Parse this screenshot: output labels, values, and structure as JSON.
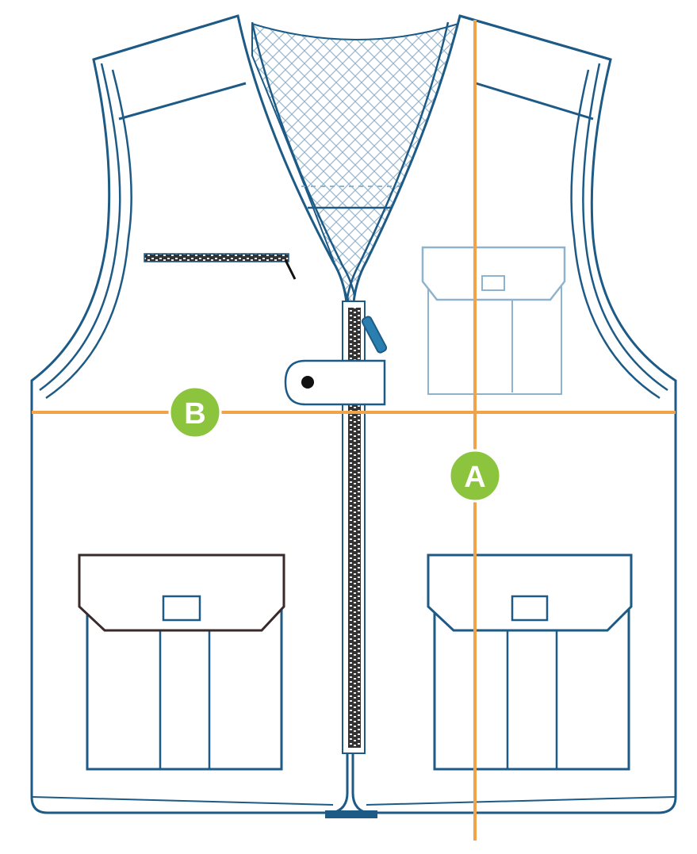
{
  "diagram": {
    "subject": "vest-technical-drawing",
    "colors": {
      "outline": "#1d5b86",
      "outline_light": "#8fb3cc",
      "measure_line": "#f0a34a",
      "badge_fill": "#8cc43e",
      "badge_text": "#ffffff",
      "zipper": "#222222",
      "zipper_pull": "#2a7fb0",
      "binding_bottom": "#1d5b86",
      "mesh": "#9bb7cc",
      "background": "#ffffff"
    },
    "measurements": [
      {
        "id": "A",
        "label": "A",
        "orientation": "vertical"
      },
      {
        "id": "B",
        "label": "B",
        "orientation": "horizontal"
      }
    ]
  }
}
